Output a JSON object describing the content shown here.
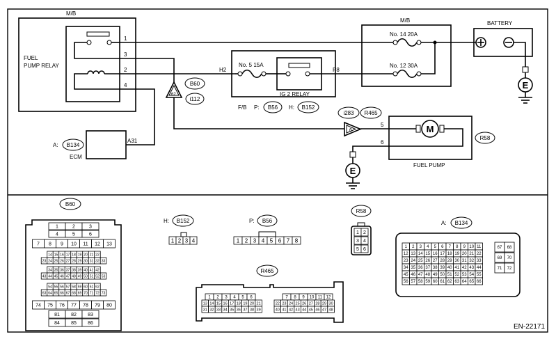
{
  "schematic": {
    "mb_left": "M/B",
    "fuel_pump_relay": [
      "FUEL",
      "PUMP RELAY"
    ],
    "relay_pins": [
      "1",
      "3",
      "2",
      "4"
    ],
    "ecm_label": "ECM",
    "ecm_prefix": "A:",
    "ecm_conn": "B134",
    "ecm_pin": "A31",
    "joint_label": "62",
    "b60": "B60",
    "i112": "i112",
    "h2": "H2",
    "p8": "P8",
    "fuse5": "No. 5   15A",
    "ig2_relay": "IG 2 RELAY",
    "fb": "F/B",
    "p_prefix": "P:",
    "b56": "B56",
    "h_prefix": "H:",
    "b152": "B152",
    "mb_right": "M/B",
    "fuse14": "No. 14  20A",
    "fuse12": "No. 12  30A",
    "battery": "BATTERY",
    "ground_e": "E",
    "i283": "i283",
    "r465": "R465",
    "joint6": "6",
    "pump_pins": [
      "5",
      "6"
    ],
    "motor": "M",
    "r58": "R58",
    "fuel_pump": "FUEL PUMP"
  },
  "connectors": {
    "b60_label": "B60",
    "b60_rows": [
      [
        "1",
        "2",
        "3"
      ],
      [
        "4",
        "5",
        "6"
      ],
      [
        "7",
        "8",
        "9",
        "10",
        "11",
        "12",
        "13"
      ],
      [
        "14",
        "15",
        "16",
        "17",
        "18",
        "19",
        "20",
        "21",
        "22"
      ],
      [
        "23",
        "24",
        "25",
        "26",
        "27",
        "28",
        "29",
        "30",
        "31",
        "32",
        "33"
      ],
      [
        "34",
        "35",
        "36",
        "37",
        "38",
        "39",
        "40",
        "41",
        "42"
      ],
      [
        "43",
        "44",
        "45",
        "46",
        "47",
        "48",
        "49",
        "50",
        "51",
        "52",
        "53"
      ],
      [
        "54",
        "55",
        "56",
        "57",
        "58",
        "59",
        "60",
        "61",
        "62"
      ],
      [
        "63",
        "64",
        "65",
        "66",
        "67",
        "68",
        "69",
        "70",
        "71",
        "72",
        "73"
      ],
      [
        "74",
        "75",
        "76",
        "77",
        "78",
        "79",
        "80"
      ],
      [
        "81",
        "82",
        "83"
      ],
      [
        "84",
        "85",
        "86"
      ]
    ],
    "b152_prefix": "H:",
    "b152_label": "B152",
    "b152_pins": [
      "1",
      "2",
      "3",
      "4"
    ],
    "b56_prefix": "P:",
    "b56_label": "B56",
    "b56_pins": [
      "1",
      "2",
      "3",
      "4",
      "5",
      "6",
      "7",
      "8"
    ],
    "r58_label": "R58",
    "r58_pins": [
      "1",
      "2",
      "3",
      "4",
      "5",
      "6"
    ],
    "b134_prefix": "A:",
    "b134_label": "B134",
    "b134_main": [
      [
        "1",
        "2",
        "3",
        "4",
        "5",
        "6",
        "7",
        "8",
        "9",
        "10",
        "11"
      ],
      [
        "12",
        "13",
        "14",
        "15",
        "16",
        "17",
        "18",
        "19",
        "20",
        "21",
        "22"
      ],
      [
        "23",
        "24",
        "25",
        "26",
        "27",
        "28",
        "29",
        "30",
        "31",
        "32",
        "33"
      ],
      [
        "34",
        "35",
        "36",
        "37",
        "38",
        "39",
        "40",
        "41",
        "42",
        "43",
        "44"
      ],
      [
        "45",
        "46",
        "47",
        "48",
        "49",
        "50",
        "51",
        "52",
        "53",
        "54",
        "55"
      ],
      [
        "56",
        "57",
        "58",
        "59",
        "60",
        "61",
        "62",
        "63",
        "64",
        "65",
        "66"
      ]
    ],
    "b134_side": [
      [
        "67",
        "68"
      ],
      [
        "69",
        "70"
      ],
      [
        "71",
        "72"
      ]
    ],
    "r465_label": "R465",
    "r465_left": [
      [
        "1",
        "2",
        "3",
        "4",
        "5",
        "6"
      ],
      [
        "13",
        "14",
        "15",
        "16",
        "17",
        "18",
        "19",
        "20",
        "21"
      ],
      [
        "31",
        "32",
        "33",
        "34",
        "35",
        "36",
        "37",
        "38",
        "39"
      ]
    ],
    "r465_right": [
      [
        "7",
        "8",
        "9",
        "10",
        "11",
        "12"
      ],
      [
        "22",
        "23",
        "24",
        "25",
        "26",
        "27",
        "28",
        "29",
        "30"
      ],
      [
        "40",
        "41",
        "42",
        "43",
        "44",
        "45",
        "46",
        "47",
        "48"
      ]
    ]
  },
  "footer_code": "EN-22171"
}
